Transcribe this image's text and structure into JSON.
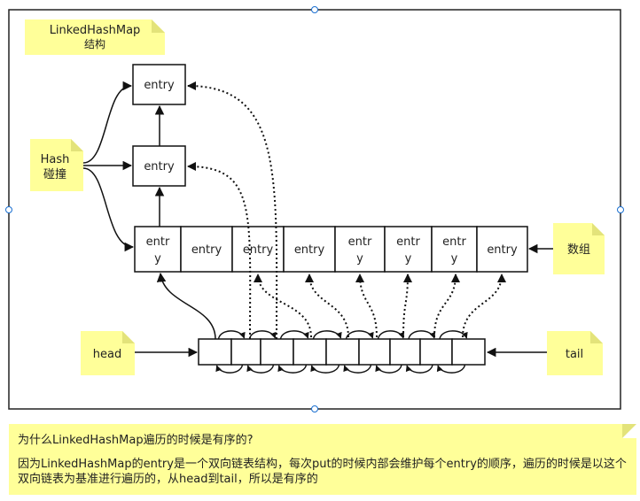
{
  "title_note": {
    "line1": "LinkedHashMap",
    "line2": "结构"
  },
  "hash_note": {
    "line1": "Hash",
    "line2": "碰撞"
  },
  "array_note": "数组",
  "head_note": "head",
  "tail_note": "tail",
  "chain": {
    "top": "entry",
    "middle": "entry"
  },
  "array_entries": [
    {
      "line1": "entr",
      "line2": "y"
    },
    {
      "line1": "entry",
      "line2": ""
    },
    {
      "line1": "entry",
      "line2": ""
    },
    {
      "line1": "entry",
      "line2": ""
    },
    {
      "line1": "entr",
      "line2": "y"
    },
    {
      "line1": "entr",
      "line2": "y"
    },
    {
      "line1": "entr",
      "line2": "y"
    },
    {
      "line1": "entry",
      "line2": ""
    }
  ],
  "question": "为什么LinkedHashMap遍历的时候是有序的?",
  "answer": "因为LinkedHashMap的entry是一个双向链表结构，每次put的时候内部会维护每个entry的顺序，遍历的时候是以这个双向链表为基准进行遍历的，从head到tail，所以是有序的",
  "colors": {
    "note": "#ffff99",
    "fold": "#e3e37a",
    "stroke": "#111111",
    "handle": "#1a6fd1"
  }
}
